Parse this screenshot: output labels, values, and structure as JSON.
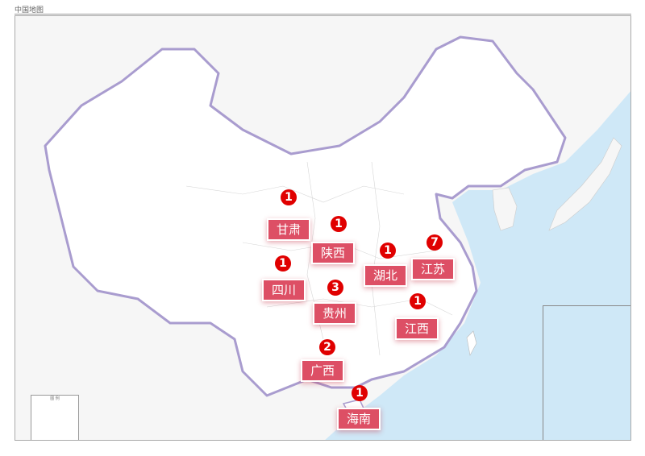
{
  "header": {
    "title": "中国地图"
  },
  "colors": {
    "label_bg": "#dd4f65",
    "badge": "#e00000",
    "border": "#a99ccf",
    "ocean": "#cfe8f7"
  },
  "provinces": [
    {
      "name": "甘肃",
      "count": "1"
    },
    {
      "name": "陕西",
      "count": "1"
    },
    {
      "name": "湖北",
      "count": "1"
    },
    {
      "name": "江苏",
      "count": "7"
    },
    {
      "name": "四川",
      "count": "1"
    },
    {
      "name": "贵州",
      "count": "3"
    },
    {
      "name": "江西",
      "count": "1"
    },
    {
      "name": "广西",
      "count": "2"
    },
    {
      "name": "海南",
      "count": "1"
    }
  ],
  "legend": {
    "title": "图 例"
  }
}
